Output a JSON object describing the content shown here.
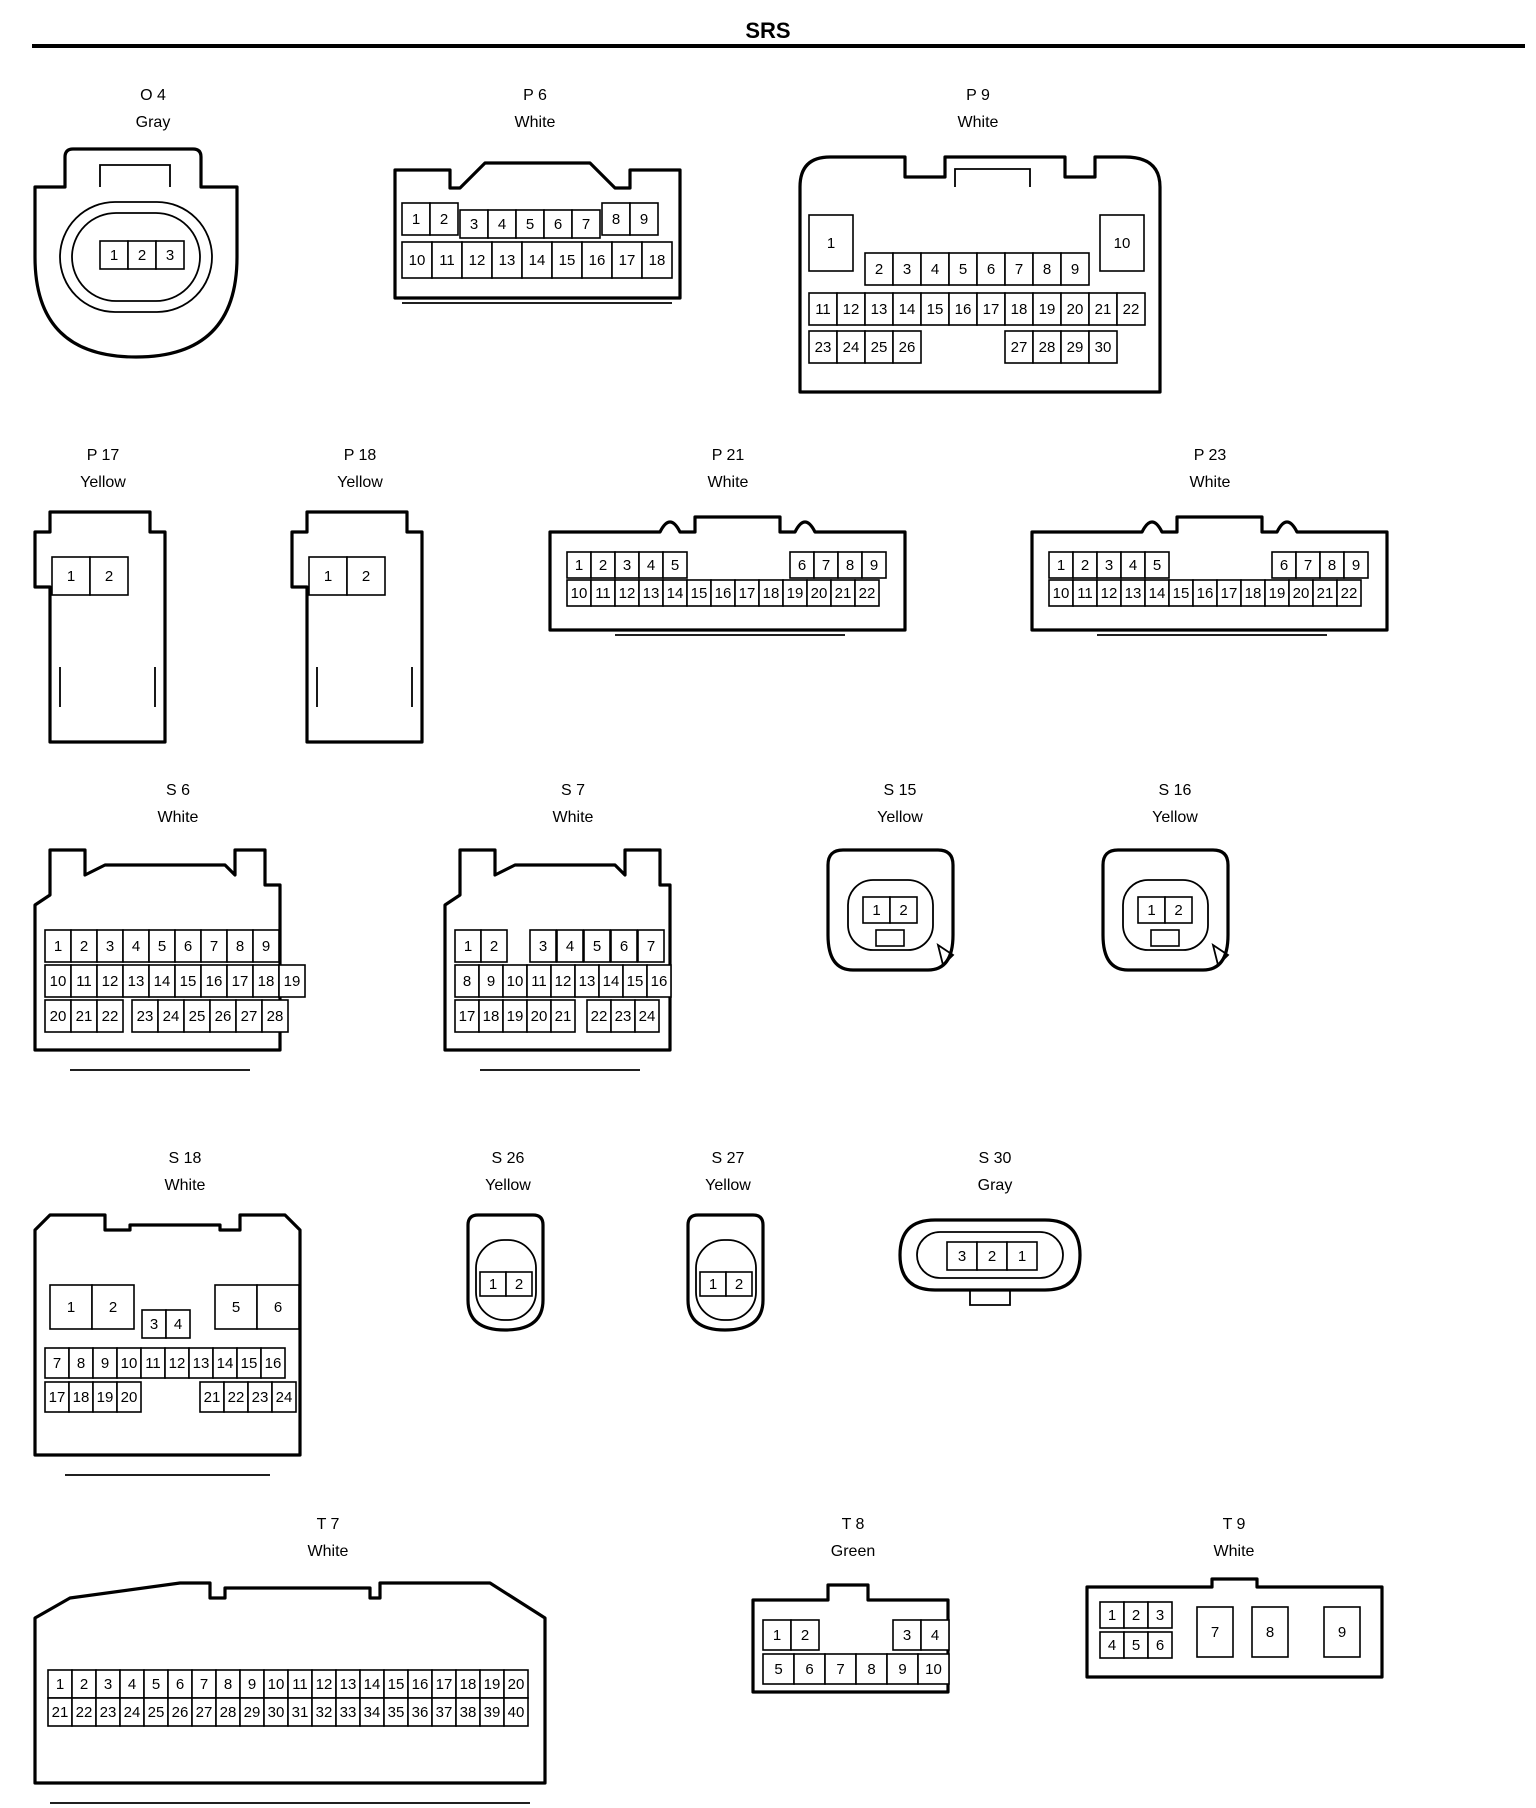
{
  "title": "SRS",
  "connectors": [
    {
      "id": "O 4",
      "color": "Gray",
      "rows": [
        [
          "1",
          "2",
          "3"
        ]
      ]
    },
    {
      "id": "P 6",
      "color": "White",
      "rows": [
        [
          "1",
          "2",
          "3",
          "4",
          "5",
          "6",
          "7",
          "8",
          "9"
        ],
        [
          "10",
          "11",
          "12",
          "13",
          "14",
          "15",
          "16",
          "17",
          "18"
        ]
      ]
    },
    {
      "id": "P 9",
      "color": "White",
      "rows": [
        [
          "1",
          "10"
        ],
        [
          "2",
          "3",
          "4",
          "5",
          "6",
          "7",
          "8",
          "9"
        ],
        [
          "11",
          "12",
          "13",
          "14",
          "15",
          "16",
          "17",
          "18",
          "19",
          "20",
          "21",
          "22"
        ],
        [
          "23",
          "24",
          "25",
          "26",
          "27",
          "28",
          "29",
          "30"
        ]
      ]
    },
    {
      "id": "P 17",
      "color": "Yellow",
      "rows": [
        [
          "1",
          "2"
        ]
      ]
    },
    {
      "id": "P 18",
      "color": "Yellow",
      "rows": [
        [
          "1",
          "2"
        ]
      ]
    },
    {
      "id": "P 21",
      "color": "White",
      "rows": [
        [
          "1",
          "2",
          "3",
          "4",
          "5",
          "6",
          "7",
          "8",
          "9"
        ],
        [
          "10",
          "11",
          "12",
          "13",
          "14",
          "15",
          "16",
          "17",
          "18",
          "19",
          "20",
          "21",
          "22"
        ]
      ]
    },
    {
      "id": "P 23",
      "color": "White",
      "rows": [
        [
          "1",
          "2",
          "3",
          "4",
          "5",
          "6",
          "7",
          "8",
          "9"
        ],
        [
          "10",
          "11",
          "12",
          "13",
          "14",
          "15",
          "16",
          "17",
          "18",
          "19",
          "20",
          "21",
          "22"
        ]
      ]
    },
    {
      "id": "S 6",
      "color": "White",
      "rows": [
        [
          "1",
          "2",
          "3",
          "4",
          "5",
          "6",
          "7",
          "8",
          "9"
        ],
        [
          "10",
          "11",
          "12",
          "13",
          "14",
          "15",
          "16",
          "17",
          "18",
          "19"
        ],
        [
          "20",
          "21",
          "22",
          "23",
          "24",
          "25",
          "26",
          "27",
          "28"
        ]
      ]
    },
    {
      "id": "S 7",
      "color": "White",
      "rows": [
        [
          "1",
          "2",
          "3",
          "4",
          "5",
          "6",
          "7"
        ],
        [
          "8",
          "9",
          "10",
          "11",
          "12",
          "13",
          "14",
          "15",
          "16"
        ],
        [
          "17",
          "18",
          "19",
          "20",
          "21",
          "22",
          "23",
          "24"
        ]
      ]
    },
    {
      "id": "S 15",
      "color": "Yellow",
      "rows": [
        [
          "1",
          "2"
        ]
      ]
    },
    {
      "id": "S 16",
      "color": "Yellow",
      "rows": [
        [
          "1",
          "2"
        ]
      ]
    },
    {
      "id": "S 18",
      "color": "White",
      "rows": [
        [
          "1",
          "2",
          "5",
          "6"
        ],
        [
          "3",
          "4"
        ],
        [
          "7",
          "8",
          "9",
          "10",
          "11",
          "12",
          "13",
          "14",
          "15",
          "16"
        ],
        [
          "17",
          "18",
          "19",
          "20",
          "21",
          "22",
          "23",
          "24"
        ]
      ]
    },
    {
      "id": "S 26",
      "color": "Yellow",
      "rows": [
        [
          "1",
          "2"
        ]
      ]
    },
    {
      "id": "S 27",
      "color": "Yellow",
      "rows": [
        [
          "1",
          "2"
        ]
      ]
    },
    {
      "id": "S 30",
      "color": "Gray",
      "rows": [
        [
          "3",
          "2",
          "1"
        ]
      ]
    },
    {
      "id": "T 7",
      "color": "White",
      "rows": [
        [
          "1",
          "2",
          "3",
          "4",
          "5",
          "6",
          "7",
          "8",
          "9",
          "10",
          "11",
          "12",
          "13",
          "14",
          "15",
          "16",
          "17",
          "18",
          "19",
          "20"
        ],
        [
          "21",
          "22",
          "23",
          "24",
          "25",
          "26",
          "27",
          "28",
          "29",
          "30",
          "31",
          "32",
          "33",
          "34",
          "35",
          "36",
          "37",
          "38",
          "39",
          "40"
        ]
      ]
    },
    {
      "id": "T 8",
      "color": "Green",
      "rows": [
        [
          "1",
          "2",
          "3",
          "4"
        ],
        [
          "5",
          "6",
          "7",
          "8",
          "9",
          "10"
        ]
      ]
    },
    {
      "id": "T 9",
      "color": "White",
      "rows": [
        [
          "1",
          "2",
          "3",
          "7",
          "8",
          "9"
        ],
        [
          "4",
          "5",
          "6"
        ]
      ]
    }
  ]
}
